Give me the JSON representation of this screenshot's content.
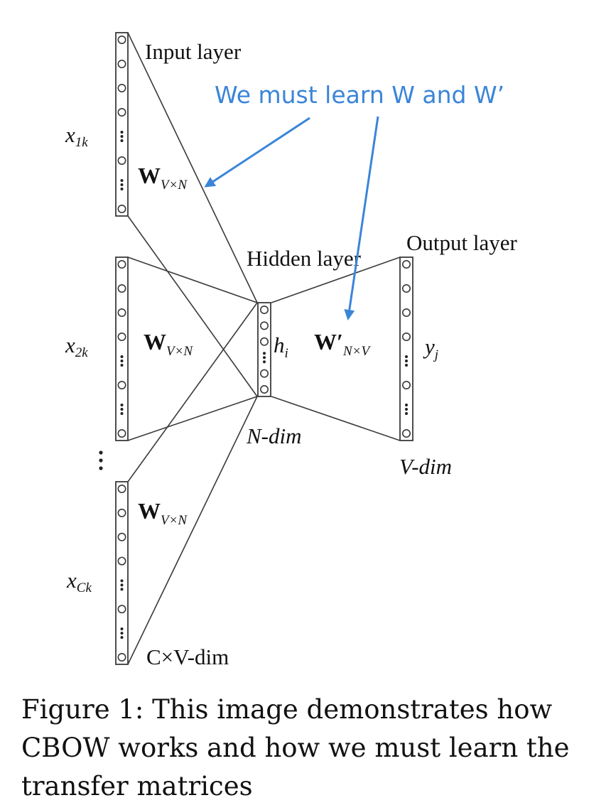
{
  "diagram": {
    "labels": {
      "input_layer": "Input layer",
      "hidden_layer": "Hidden layer",
      "output_layer": "Output layer",
      "n_dim": "N-dim",
      "v_dim": "V-dim",
      "cv_dim": "C×V-dim"
    },
    "inputs": [
      {
        "symbol": "x",
        "sub": "1k"
      },
      {
        "symbol": "x",
        "sub": "2k"
      },
      {
        "symbol": "x",
        "sub": "Ck"
      }
    ],
    "hidden": {
      "symbol": "h",
      "sub": "i"
    },
    "output": {
      "symbol": "y",
      "sub": "j"
    },
    "weights": {
      "input_matrix": {
        "symbol": "W",
        "sub": "V×N"
      },
      "output_matrix": {
        "symbol": "W′",
        "sub": "N×V"
      }
    },
    "annotation": {
      "text": "We must learn W and W’",
      "color": "#3a85d8"
    }
  },
  "caption": "Figure 1: This image demonstrates how CBOW works and how we must learn the transfer matrices"
}
